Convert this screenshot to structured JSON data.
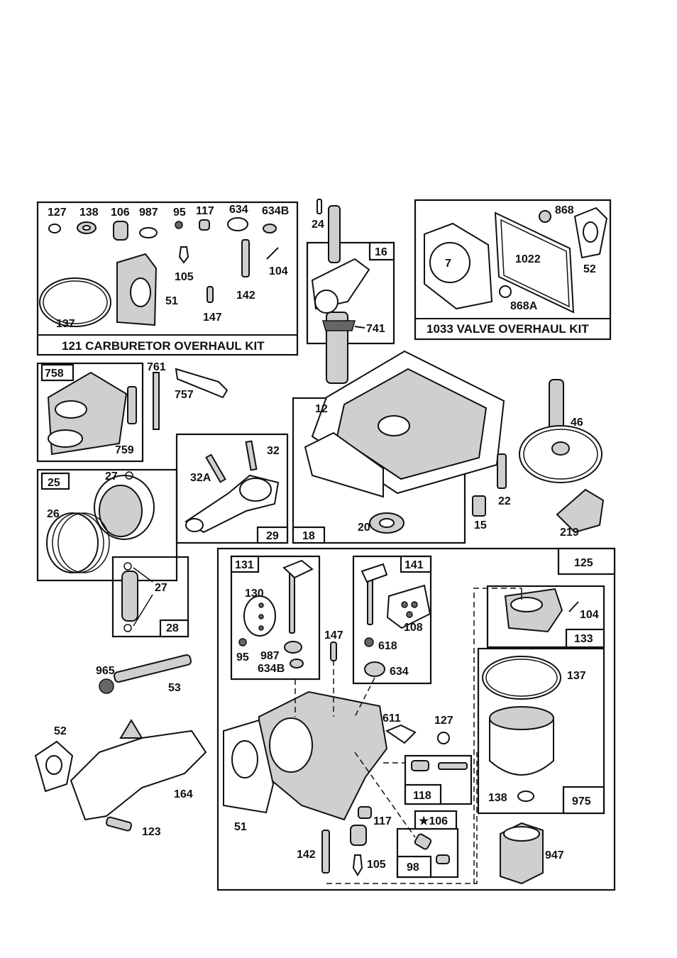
{
  "kits": {
    "carb_kit_title": "121 CARBURETOR OVERHAUL KIT",
    "valve_kit_title": "1033 VALVE OVERHAUL KIT"
  },
  "labels": {
    "p127a": "127",
    "p138a": "138",
    "p106a": "106",
    "p987a": "987",
    "p95a": "95",
    "p117a": "117",
    "p634a": "634",
    "p634Ba": "634B",
    "p105a": "105",
    "p104a": "104",
    "p142a": "142",
    "p51a": "51",
    "p147a": "147",
    "p137a": "137",
    "p24": "24",
    "p16": "16",
    "p741": "741",
    "p868": "868",
    "p7": "7",
    "p1022": "1022",
    "p52a": "52",
    "p868A": "868A",
    "p758": "758",
    "p761": "761",
    "p757": "757",
    "p759": "759",
    "p12": "12",
    "p46": "46",
    "p22": "22",
    "p15": "15",
    "p219": "219",
    "p32": "32",
    "p32A": "32A",
    "p29": "29",
    "p18": "18",
    "p20": "20",
    "p25": "25",
    "p27a": "27",
    "p26": "26",
    "p27b": "27",
    "p28": "28",
    "p125": "125",
    "p131": "131",
    "p130": "130",
    "p95b": "95",
    "p987b": "987",
    "p634Bb": "634B",
    "p141": "141",
    "p108": "108",
    "p618": "618",
    "p634b": "634",
    "p147b": "147",
    "p104b": "104",
    "p133": "133",
    "p137b": "137",
    "p965": "965",
    "p53": "53",
    "p611": "611",
    "p127b": "127",
    "p118": "118",
    "p138b": "138",
    "p975": "975",
    "p52b": "52",
    "p164": "164",
    "p123": "123",
    "p51b": "51",
    "p117b": "117",
    "p106b": "★106",
    "p142b": "142",
    "p105b": "105",
    "p98": "98",
    "p947": "947"
  }
}
